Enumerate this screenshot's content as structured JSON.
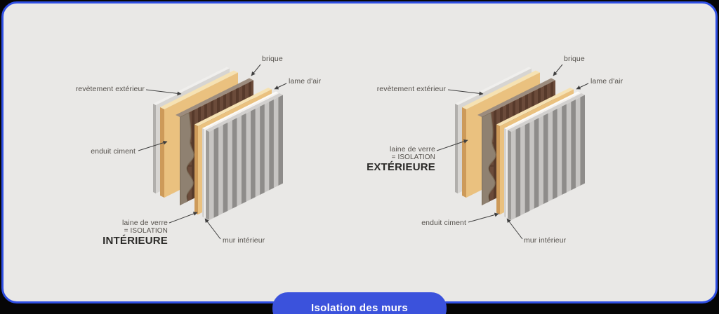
{
  "scene": {
    "background": "#060606"
  },
  "card": {
    "background": "#e9e8e6",
    "border_color": "#2f4fe3"
  },
  "footer_pill": {
    "label": "Isolation des murs",
    "background": "#3b52dc",
    "text_color": "#ffffff"
  },
  "text": {
    "label_color": "#55514c",
    "strong_color": "#2b2a28",
    "leader_color": "#3f3f3f"
  },
  "diagrams": [
    {
      "id": "isolation-interieure",
      "labels": {
        "revetement": "revètement extérieur",
        "brique": "brique",
        "lame_air": "lame d'air",
        "enduit": "enduit ciment",
        "laine_1": "laine de verre",
        "laine_2": "= ISOLATION",
        "laine_3": "INTÉRIEURE",
        "mur": "mur intérieur"
      }
    },
    {
      "id": "isolation-exterieure",
      "labels": {
        "revetement": "revètement extérieur",
        "brique": "brique",
        "lame_air": "lame d'air",
        "enduit": "enduit ciment",
        "laine_1": "laine de verre",
        "laine_2": "= ISOLATION",
        "laine_3": "EXTÉRIEURE",
        "mur": "mur intérieur"
      }
    }
  ],
  "layers": {
    "revetement": {
      "front": "#d7d5d2",
      "side": "#b1afac",
      "top": "#f0efed"
    },
    "tan": {
      "front": "#eac17f",
      "side": "#cd9a59",
      "top": "#f6e2b3"
    },
    "brick": {
      "front": "#6b4b3a",
      "stripe": "#573a2b",
      "top": "#9c8c7e",
      "mortar": "#8f8171",
      "mortar_shade": "#7b6c58"
    },
    "air": {
      "front": "#f2f0ee",
      "side": "#d5d3d0",
      "top": "#fbfaf8"
    },
    "wall": {
      "light": "#c7c5c3",
      "dark": "#8e8c8a",
      "side": "#9d9b98",
      "top": "#d2d0ce"
    }
  }
}
